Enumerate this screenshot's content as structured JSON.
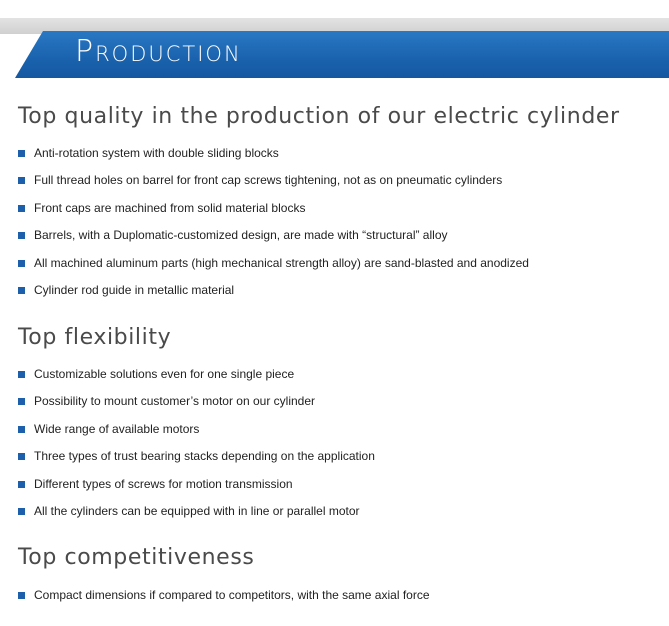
{
  "banner": {
    "title": "Production"
  },
  "sections": [
    {
      "heading": "Top quality in the production of our electric cylinder",
      "items": [
        "Anti-rotation system with double sliding blocks",
        "Full thread holes on barrel for front cap screws tightening, not as on pneumatic cylinders",
        "Front caps are machined from solid material blocks",
        "Barrels, with a Duplomatic-customized design, are made with “structural” alloy",
        "All machined aluminum parts (high mechanical strength alloy) are sand-blasted and anodized",
        "Cylinder rod guide in metallic material"
      ]
    },
    {
      "heading": "Top flexibility",
      "items": [
        "Customizable solutions even for one single piece",
        "Possibility to mount customer’s motor on our cylinder",
        "Wide range of available motors",
        "Three types of trust bearing stacks depending on the application",
        "Different types of screws for motion transmission",
        "All the cylinders can be equipped with in line or parallel motor"
      ]
    },
    {
      "heading": "Top competitiveness",
      "items": [
        "Compact dimensions if compared to competitors, with the same axial force"
      ]
    }
  ],
  "colors": {
    "banner_blue": "#1a62ad",
    "bullet_blue": "#1d5fab",
    "heading_grey": "#4a4a4a",
    "text": "#222222"
  }
}
